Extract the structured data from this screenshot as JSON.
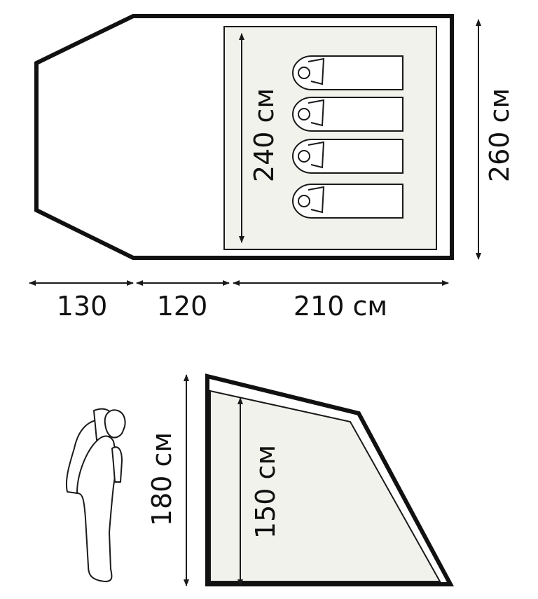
{
  "colors": {
    "outline": "#111111",
    "floor": "#f2f2ec",
    "stroke_dark": "#1a1a1a"
  },
  "plan": {
    "inner_height_label": "240 см",
    "outer_height_label": "260 см",
    "widths": [
      "130",
      "120",
      "210 см"
    ],
    "sleeping_bags": 4
  },
  "profile": {
    "outer_height_label": "180 см",
    "inner_height_label": "150 см"
  },
  "icons": [
    "sleeping-bag-icon",
    "hiker-with-backpack-icon"
  ]
}
